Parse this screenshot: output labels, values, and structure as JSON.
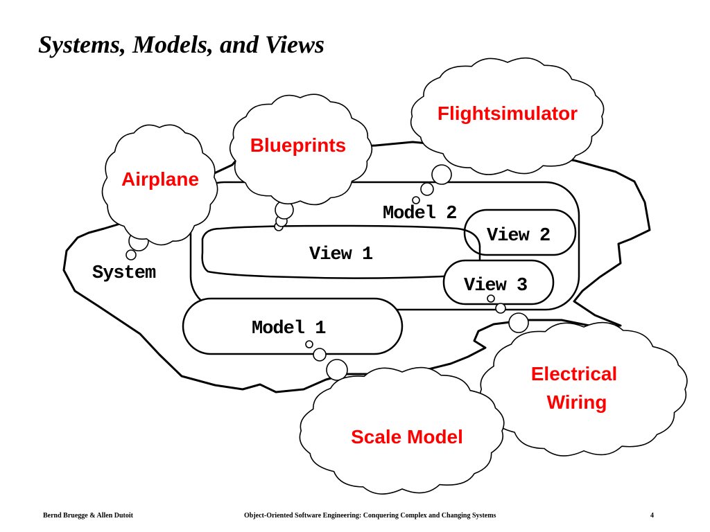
{
  "title": "Systems, Models, and Views",
  "diagram": {
    "system_label": "System",
    "model1_label": "Model 1",
    "model2_label": "Model 2",
    "view1_label": "View 1",
    "view2_label": "View 2",
    "view3_label": "View 3",
    "clouds": {
      "airplane": "Airplane",
      "blueprints": "Blueprints",
      "flightsimulator": "Flightsimulator",
      "electrical_line1": "Electrical",
      "electrical_line2": "Wiring",
      "scale_model": "Scale Model"
    },
    "colors": {
      "cloud_text": "#ff0000",
      "stroke": "#000000"
    }
  },
  "footer": {
    "authors": "Bernd Bruegge & Allen Dutoit",
    "course": "Object-Oriented Software Engineering: Conquering Complex and Changing Systems",
    "page_number": "4"
  }
}
